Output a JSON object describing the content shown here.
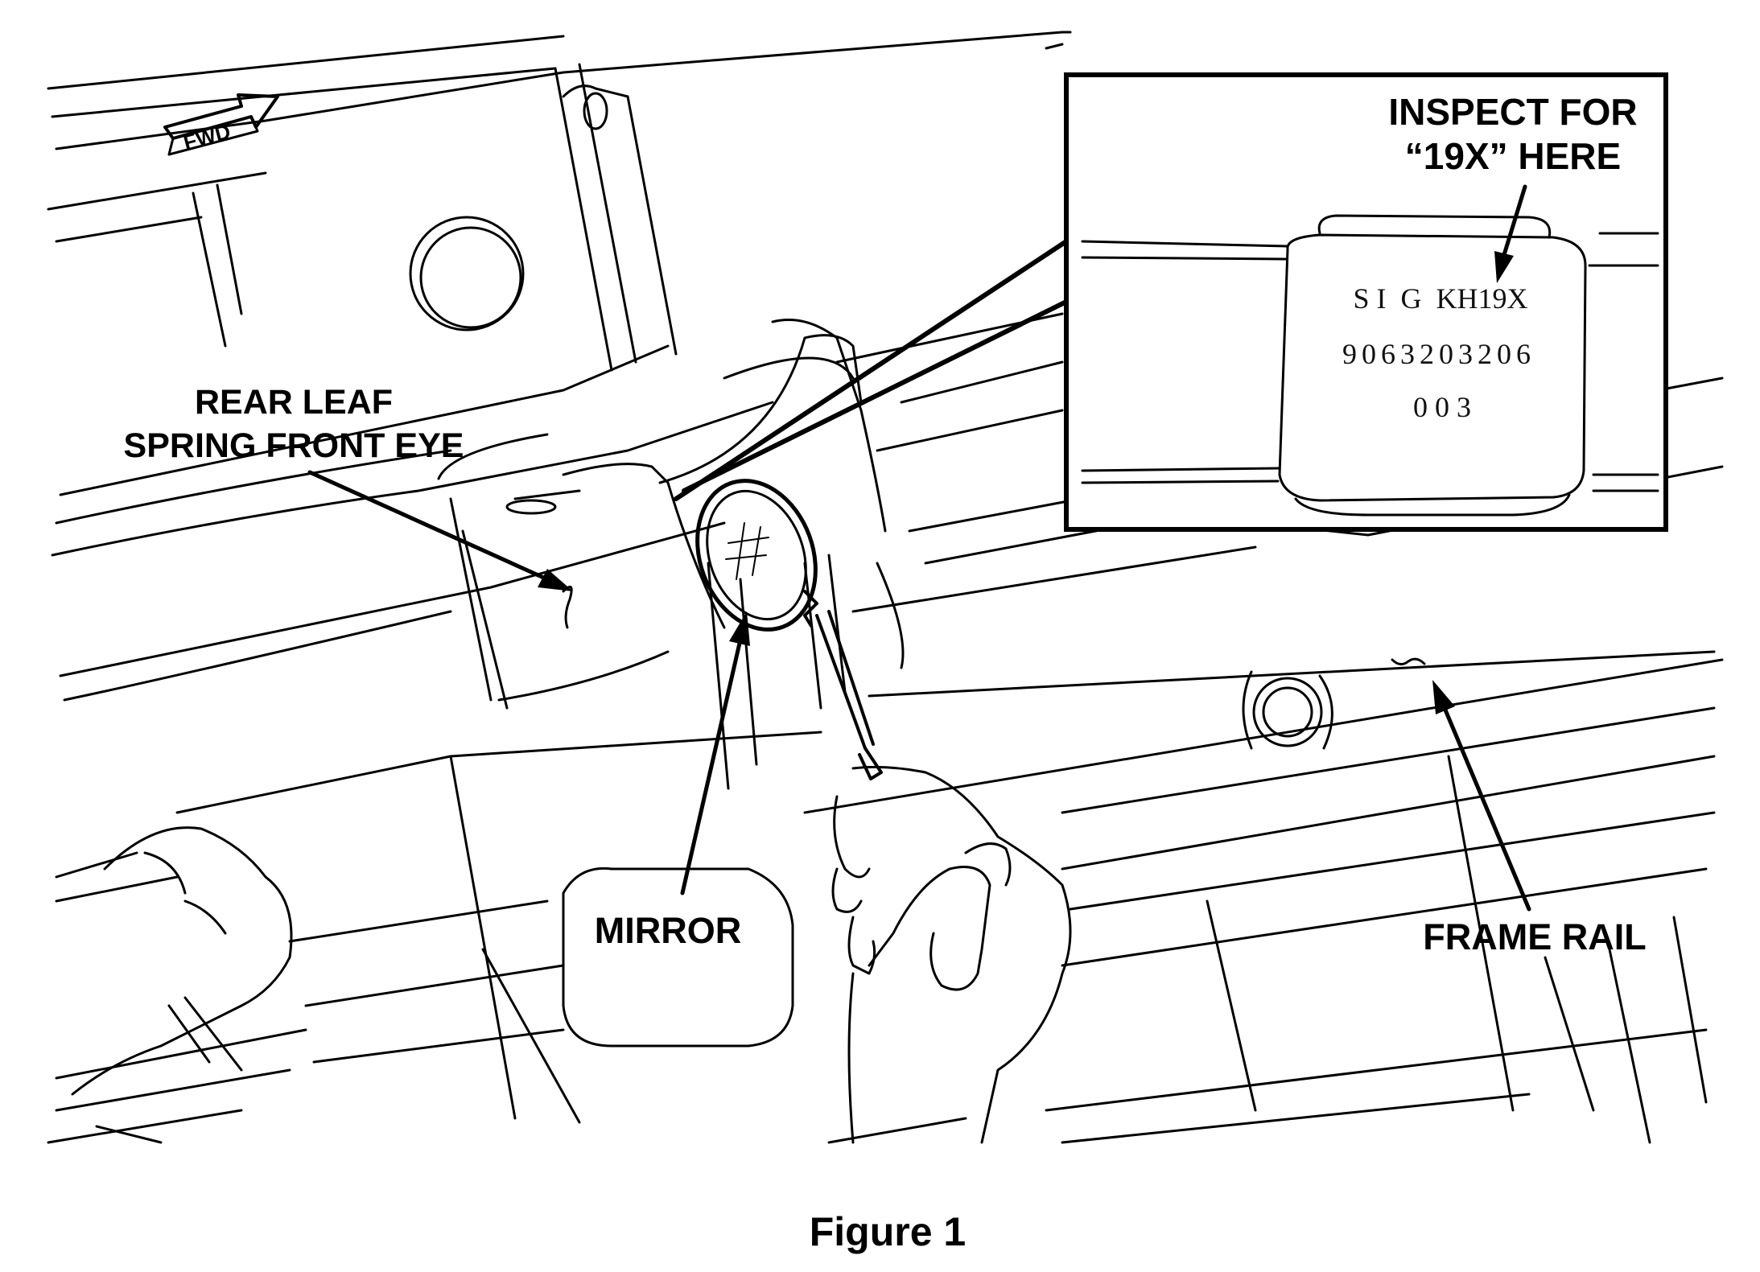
{
  "figure": {
    "caption": "Figure 1",
    "direction_tag": "FWD"
  },
  "callouts": {
    "spring_eye_line1": "REAR LEAF",
    "spring_eye_line2": "SPRING FRONT EYE",
    "mirror": "MIRROR",
    "frame_rail": "FRAME RAIL",
    "inspect_line1": "INSPECT FOR",
    "inspect_line2": "“19X” HERE"
  },
  "bushing_markings": {
    "line1": "S I  G  KH19X",
    "line2": "9063203206",
    "line3": "0 0 3"
  }
}
